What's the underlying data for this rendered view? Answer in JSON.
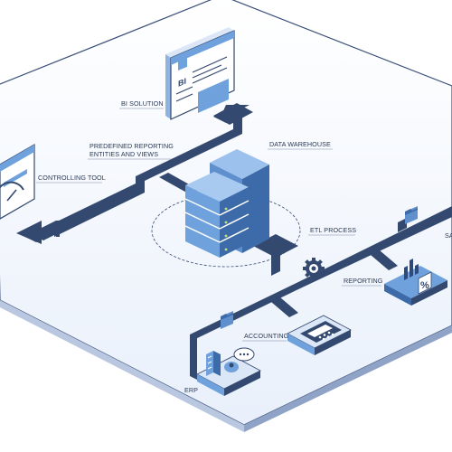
{
  "labels": {
    "bi_solution": "BI SOLUTION",
    "predefined_line1": "PREDEFINED REPORTING",
    "predefined_line2": "ENTITIES AND VIEWS",
    "data_warehouse": "DATA WAREHOUSE",
    "controlling_tool": "CONTROLLING TOOL",
    "etl_process": "ETL PROCESS",
    "sa_cut": "SA",
    "reporting": "REPORTING",
    "accounting": "ACCOUNTING",
    "erp": "ERP"
  },
  "bi_screen_text": "BI",
  "reporting_icon_symbol": "%",
  "colors": {
    "platform_top": "#eef3fb",
    "platform_edge": "#3a4f78",
    "path": "#34496f",
    "server_light": "#6fa2dc",
    "server_dark": "#3d6aa8",
    "accent": "#4f8fd6",
    "label": "#2b3a55"
  },
  "icons": [
    "folder-icon",
    "gear-icon",
    "chat-bubble-icon",
    "percent-icon",
    "calculator-icon",
    "speedometer-icon",
    "building-icon",
    "bar-chart-icon"
  ]
}
